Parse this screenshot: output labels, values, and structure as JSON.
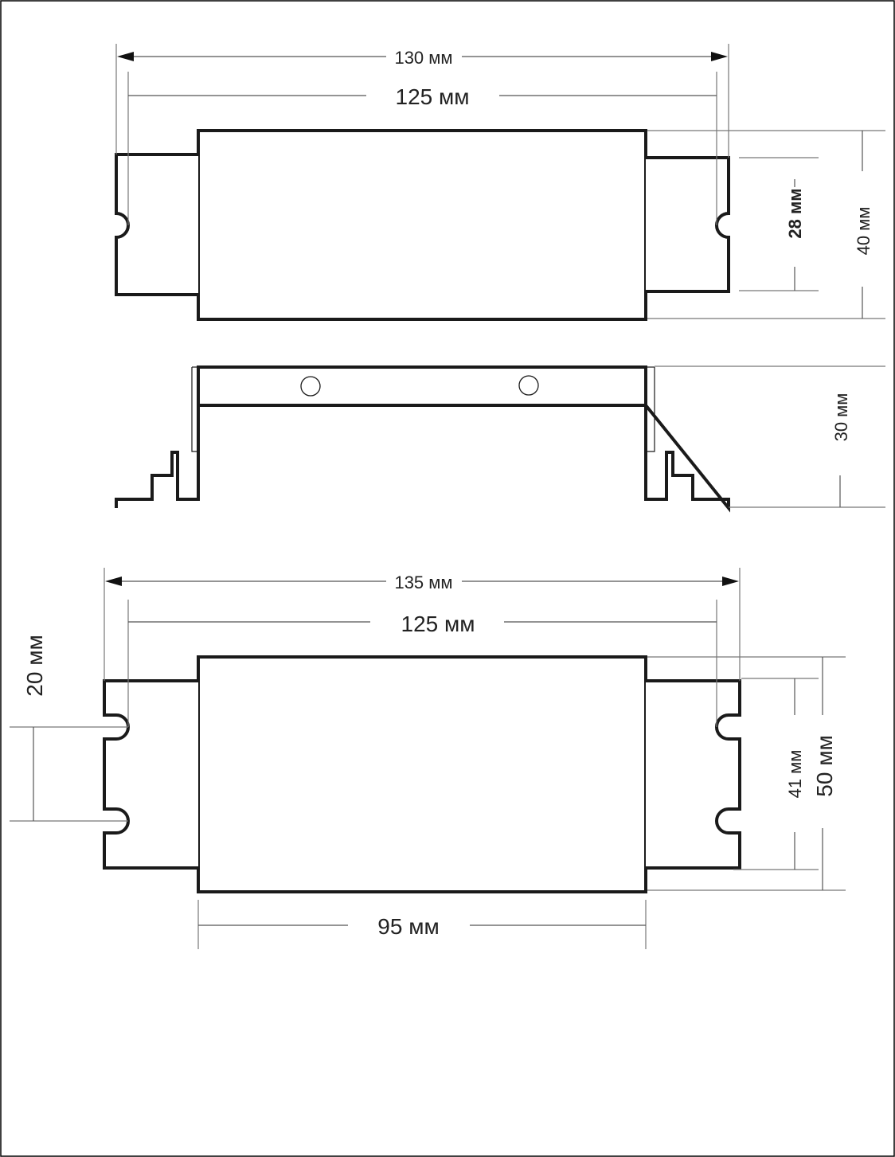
{
  "top_view": {
    "overall_length": "130 мм",
    "hole_spacing": "125 мм",
    "tab_height": "28 мм",
    "body_height": "40 мм"
  },
  "side_view": {
    "height": "30 мм"
  },
  "bottom_view": {
    "overall_length": "135 мм",
    "hole_spacing": "125 мм",
    "hole_vertical_spacing": "20 мм",
    "tab_height": "41 мм",
    "body_height": "50 мм",
    "body_length": "95 мм"
  }
}
